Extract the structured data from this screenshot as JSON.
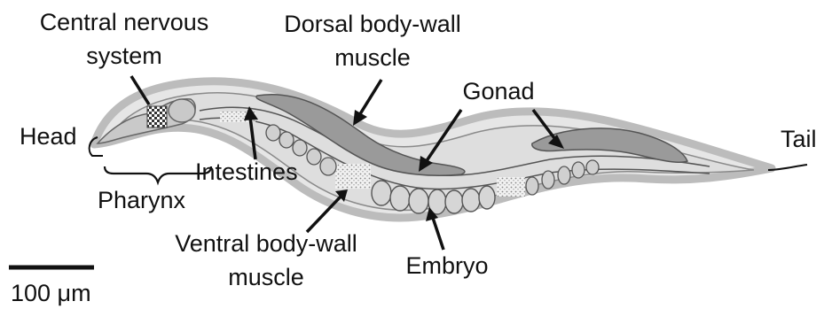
{
  "labels": {
    "head": "Head",
    "tail": "Tail",
    "cns_line1": "Central nervous",
    "cns_line2": "system",
    "dorsal_line1": "Dorsal body-wall",
    "dorsal_line2": "muscle",
    "gonad": "Gonad",
    "intestines": "Intestines",
    "pharynx": "Pharynx",
    "ventral_line1": "Ventral body-wall",
    "ventral_line2": "muscle",
    "embryo": "Embryo",
    "scale": "100 μm"
  },
  "colors": {
    "body_outline": "#bcbcbc",
    "body_fill": "#e6e6e6",
    "gonad": "#9a9a9a",
    "intestine_outline": "#555555",
    "embryo_fill": "#d6d6d6",
    "text": "#111111"
  }
}
